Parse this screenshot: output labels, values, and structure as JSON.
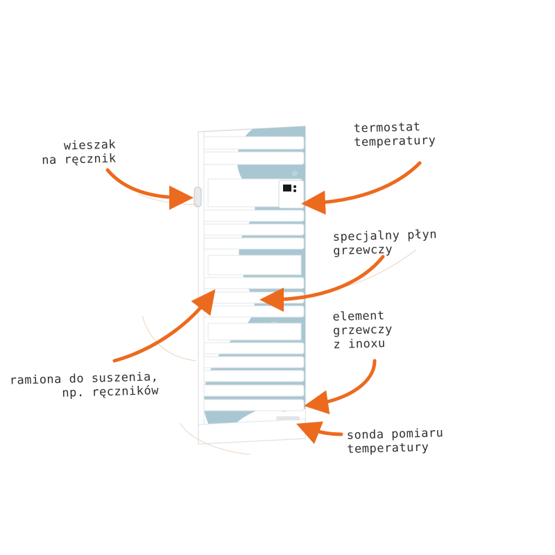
{
  "colors": {
    "heater_white": "#ffffff",
    "heater_outline": "#d9dde0",
    "heating_plate": "#a9c7d2",
    "arrow": "#ec6a1e",
    "text": "#2f2f2f",
    "display": "#1a1a1a"
  },
  "labels": {
    "towel_hanger": {
      "line1": "wieszak",
      "line2": "na ręcznik"
    },
    "thermostat": {
      "line1": "termostat",
      "line2": "temperatury"
    },
    "heating_plate": {
      "line1": "specjalny płyn",
      "line2": "grzewczy"
    },
    "element": {
      "line1": "element",
      "line2": "grzewczy",
      "line3": "z inoxu"
    },
    "arms": {
      "line1": "ramiona do suszenia,",
      "line2": "np. ręczników"
    },
    "sensor": {
      "line1": "sonda pomiaru",
      "line2": "temperatury"
    }
  }
}
